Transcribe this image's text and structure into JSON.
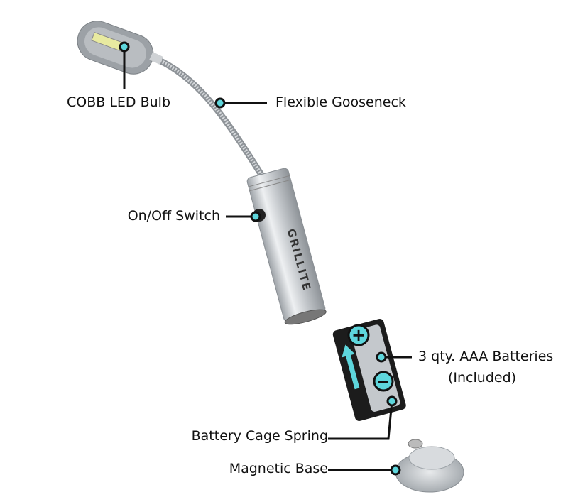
{
  "colors": {
    "accent": "#5ed6dc",
    "line": "#111111",
    "metal": "#c8ccd0",
    "cage": "#1c1c1c"
  },
  "logo": "GRILLITE",
  "labels": {
    "bulb": "COBB LED Bulb",
    "gooseneck": "Flexible Gooseneck",
    "switch": "On/Off Switch",
    "batteries_line1": "3 qty. AAA Batteries",
    "batteries_line2": "(Included)",
    "spring": "Battery Cage Spring",
    "base": "Magnetic Base"
  },
  "symbols": {
    "plus": "+",
    "minus": "−"
  }
}
